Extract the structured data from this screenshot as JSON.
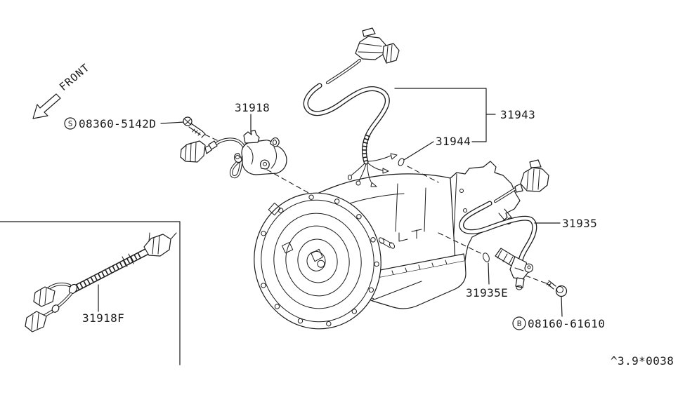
{
  "diagram": {
    "front_label": "FRONT",
    "doc_code": "^3.9*0038",
    "colors": {
      "line": "#1b1b1b",
      "background": "#ffffff"
    }
  },
  "labels": {
    "bolt_s": {
      "prefix": "S",
      "number": "08360-5142D"
    },
    "inhibitor_switch": {
      "number": "31918"
    },
    "harness_assy": {
      "number": "31943"
    },
    "harness_ring": {
      "number": "31944"
    },
    "revolution_sensor": {
      "number": "31935"
    },
    "o_ring": {
      "number": "31935E"
    },
    "bolt_b": {
      "prefix": "B",
      "number": "08160-61610"
    },
    "terminal_assy": {
      "number": "31918F"
    }
  }
}
